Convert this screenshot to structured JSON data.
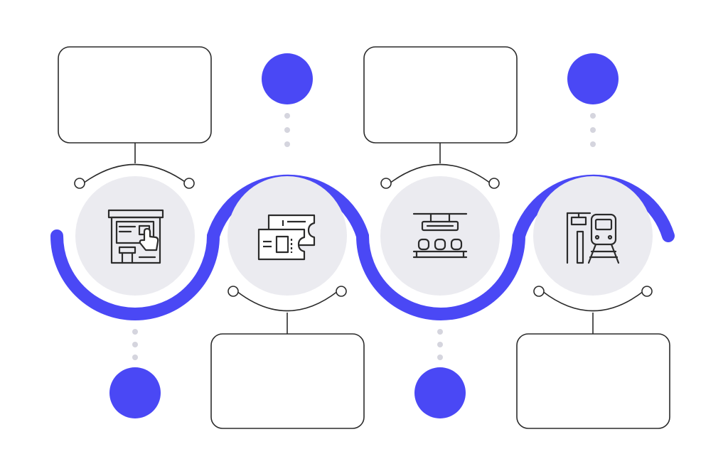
{
  "colors": {
    "accent": "#4a48f5",
    "line": "#2b2b2b",
    "disc": "#ebebf0",
    "dot": "#d5d5de",
    "background": "#ffffff"
  },
  "steps": [
    {
      "icon": "ticket-kiosk-icon",
      "box": "top",
      "marker": "bottom"
    },
    {
      "icon": "train-tickets-icon",
      "box": "bottom",
      "marker": "top"
    },
    {
      "icon": "waiting-room-seats-icon",
      "box": "top",
      "marker": "bottom"
    },
    {
      "icon": "train-platform-icon",
      "box": "bottom",
      "marker": "top"
    }
  ]
}
